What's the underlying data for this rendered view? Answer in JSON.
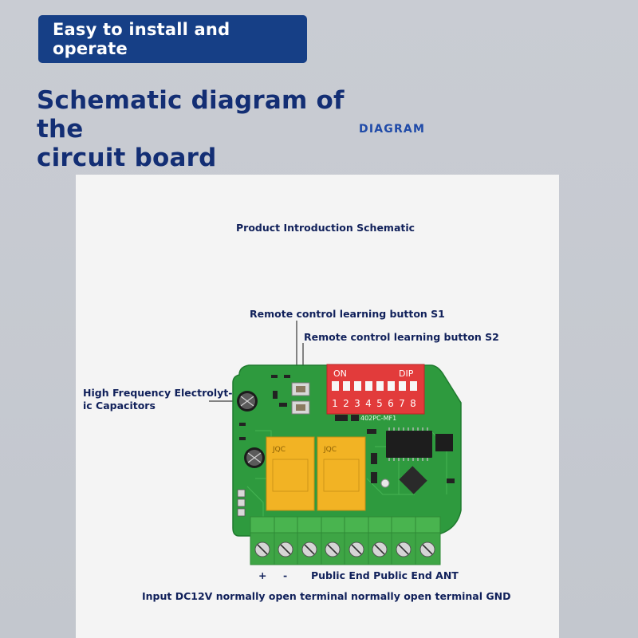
{
  "header": {
    "banner": "Easy to install and operate",
    "title_line1": "Schematic diagram of the",
    "title_line2": "circuit board",
    "subtitle": "DIAGRAM"
  },
  "card": {
    "title": "Product Introduction Schematic"
  },
  "labels": {
    "s1": "Remote control learning button S1",
    "s2": "Remote control learning button S2",
    "cap_line1": "High Frequency Electrolyt-",
    "cap_line2": "ic Capacitors",
    "plus": "+",
    "minus": "-",
    "terminals_top": "Public End Public End ANT",
    "terminals_bottom": "Input DC12V normally open terminal normally open terminal GND"
  },
  "dip": {
    "on": "ON",
    "dip": "DIP",
    "numbers": [
      "1",
      "2",
      "3",
      "4",
      "5",
      "6",
      "7",
      "8"
    ]
  },
  "board_marks": {
    "model": "402PC-MF1",
    "relay_brand": "JQC"
  },
  "colors": {
    "banner": "#163f86",
    "title": "#132e74",
    "pcb": "#2e9a3e",
    "dip_switch": "#e23b3b",
    "relay": "#f2b324",
    "terminal": "#49b44f"
  }
}
